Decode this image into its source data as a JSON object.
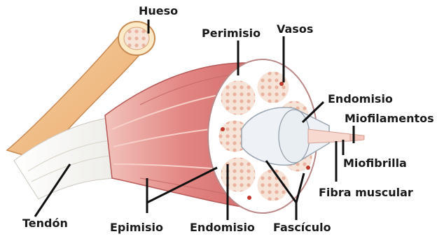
{
  "diagram": {
    "labels": {
      "hueso": "Hueso",
      "perimisio": "Perimisio",
      "vasos": "Vasos",
      "endomisio_top": "Endomisio",
      "miofilamentos": "Miofilamentos",
      "miofibrilla": "Miofibrilla",
      "fibra_muscular": "Fibra muscular",
      "tendon": "Tendón",
      "epimisio": "Epimisio",
      "endomisio_bottom": "Endomisio",
      "fasciculo": "Fascículo"
    },
    "colors": {
      "bone": "#f2c48c",
      "bone_inner": "#fbe9c8",
      "muscle": "#e07e7e",
      "muscle_light": "#f3b7b0",
      "tendon": "#f4f1ea",
      "fascicle": "#f5ddd3",
      "leader_line": "#111111"
    }
  }
}
